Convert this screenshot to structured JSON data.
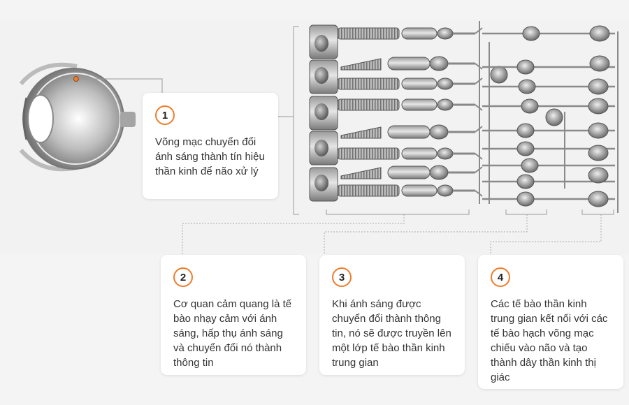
{
  "colors": {
    "accent": "#ef7d2d",
    "background": "#f4f4f4",
    "card_bg": "#ffffff",
    "text": "#333333",
    "illustration_gray": "#8a8a8a"
  },
  "illustrations": {
    "eye": "eye-cross-section",
    "retina": "retina-cell-layers"
  },
  "cards": [
    {
      "number": "1",
      "text": "Võng mạc chuyển đổi ánh sáng thành tín hiệu thần kinh để não xử lý"
    },
    {
      "number": "2",
      "text": "Cơ quan cảm quang là tế bào nhạy cảm với ánh sáng, hấp thụ ánh sáng và chuyển đổi nó thành thông tin"
    },
    {
      "number": "3",
      "text": "Khi ánh sáng được chuyển đổi thành thông tin, nó sẽ được truyền lên một lớp tế bào thần kinh trung gian"
    },
    {
      "number": "4",
      "text": "Các tế bào thần kinh trung gian kết nối với các tế bào hạch võng mạc chiếu vào não và tạo thành dây thần kinh thị giác"
    }
  ]
}
